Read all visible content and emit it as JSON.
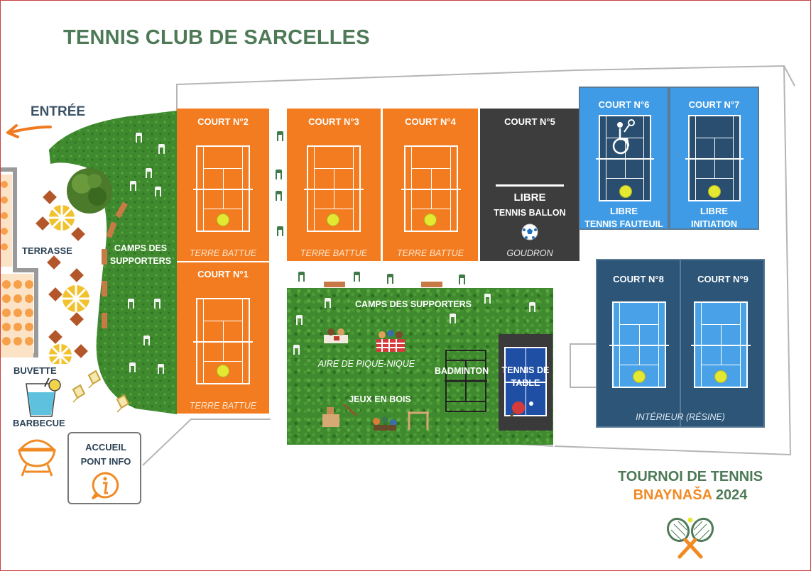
{
  "header": {
    "title": "TENNIS CLUB DE SARCELLES",
    "entrance": "ENTRÉE"
  },
  "courts": {
    "c1": {
      "name": "COURT N°1",
      "surface": "TERRE BATTUE"
    },
    "c2": {
      "name": "COURT N°2",
      "surface": "TERRE BATTUE"
    },
    "c3": {
      "name": "COURT N°3",
      "surface": "TERRE BATTUE"
    },
    "c4": {
      "name": "COURT N°4",
      "surface": "TERRE BATTUE"
    },
    "c5": {
      "name": "COURT N°5",
      "status": "LIBRE",
      "activity": "TENNIS BALLON",
      "surface": "GOUDRON"
    },
    "c6": {
      "name": "COURT N°6",
      "status": "LIBRE",
      "activity": "TENNIS FAUTEUIL"
    },
    "c7": {
      "name": "COURT N°7",
      "status": "LIBRE",
      "activity": "INITIATION"
    },
    "c8": {
      "name": "COURT N°8"
    },
    "c9": {
      "name": "COURT N°9"
    },
    "indoor_surface": "INTÉRIEUR (RÉSINE)"
  },
  "areas": {
    "supporters_left": "CAMPS DES SUPPORTERS",
    "supporters_center": "CAMPS DES SUPPORTERS",
    "picnic": "AIRE DE PIQUE-NIQUE",
    "badminton": "BADMINTON",
    "table_tennis": "TENNIS DE TABLE",
    "wood_games": "JEUX EN BOIS",
    "terrace": "TERRASSE",
    "bar": "BUVETTE",
    "barbecue": "BARBECUE",
    "info": "ACCUEIL PONT INFO"
  },
  "tournament": {
    "line1": "TOURNOI DE TENNIS",
    "name": "BNAYNAŠA",
    "year": "2024"
  },
  "colors": {
    "clay": "#f27c1f",
    "grass": "#3f8a2e",
    "asphalt": "#3d3d3d",
    "court_blue": "#3f9be6",
    "court_navy": "#2c5577",
    "title_green": "#4e7a57",
    "accent_orange": "#f28a24"
  },
  "icons": [
    "entrance-arrow-icon",
    "tree-icon",
    "parasol-icon",
    "table-icon",
    "drink-icon",
    "barbecue-icon",
    "info-icon",
    "deckchair-icon",
    "tennis-ball-icon",
    "soccer-ball-icon",
    "wheelchair-tennis-icon",
    "picnic-icon",
    "wood-games-icon",
    "badminton-net-icon",
    "ping-pong-icon",
    "crossed-rackets-icon",
    "chair-icon",
    "bench-icon"
  ]
}
